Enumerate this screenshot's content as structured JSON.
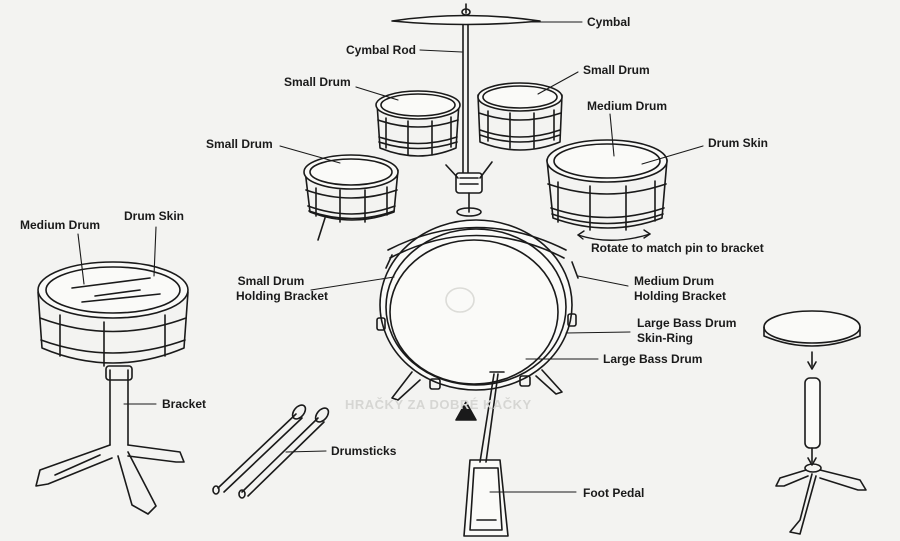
{
  "labels": {
    "cymbal": "Cymbal",
    "cymbal_rod": "Cymbal Rod",
    "small_drum_top_left": "Small Drum",
    "small_drum_top_right": "Small Drum",
    "small_drum_left": "Small Drum",
    "medium_drum_right": "Medium Drum",
    "drum_skin_right": "Drum Skin",
    "rotate_note": "Rotate to match pin to bracket",
    "medium_drum_stool": "Medium Drum",
    "drum_skin_stool": "Drum Skin",
    "small_drum_bracket_1": "Small Drum",
    "small_drum_bracket_2": "Holding Bracket",
    "medium_drum_bracket_1": "Medium Drum",
    "medium_drum_bracket_2": "Holding Bracket",
    "bass_skin_ring_1": "Large Bass Drum",
    "bass_skin_ring_2": "Skin-Ring",
    "bass_drum": "Large Bass Drum",
    "bracket": "Bracket",
    "drumsticks": "Drumsticks",
    "foot_pedal": "Foot Pedal"
  },
  "watermark": "HRAČKY ZA DOBRÉ KAČKY",
  "colors": {
    "ink": "#1a1a1a",
    "paper": "#f3f3f1"
  }
}
